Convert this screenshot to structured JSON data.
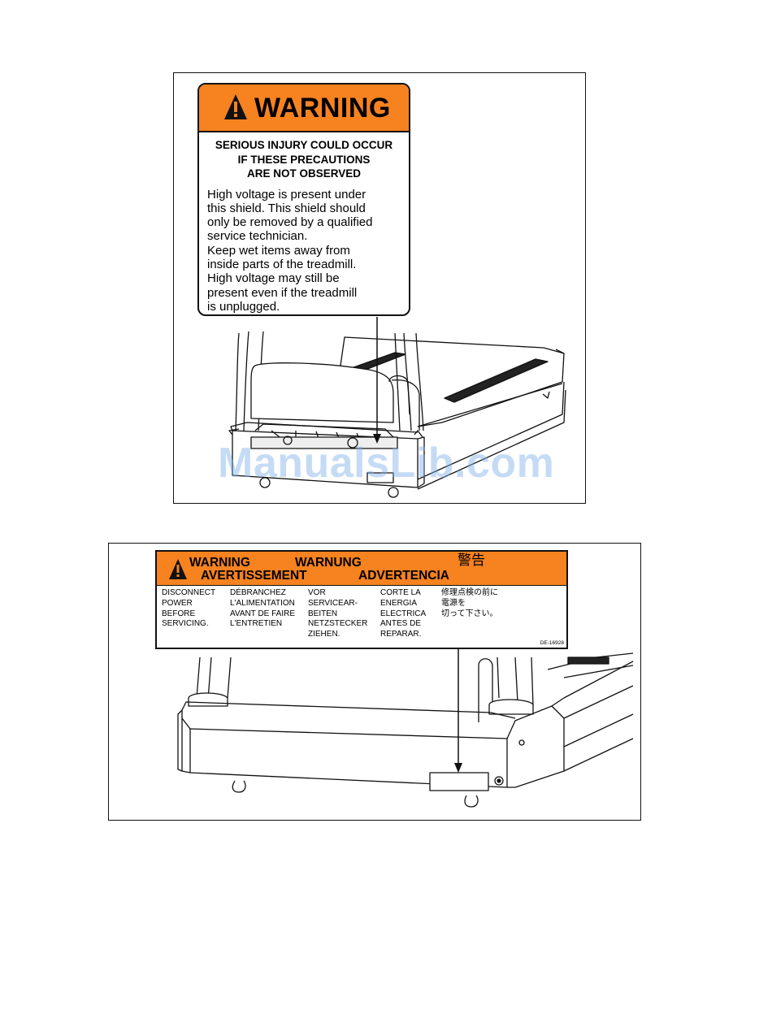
{
  "figure1": {
    "label": {
      "header": "WARNING",
      "subheading": [
        "SERIOUS INJURY COULD OCCUR",
        "IF THESE PRECAUTIONS",
        "ARE NOT OBSERVED"
      ],
      "body": [
        "High voltage is present under",
        "this shield. This shield should",
        "only be removed by a qualified",
        "service technician.",
        "Keep wet items away from",
        "inside parts of the treadmill.",
        "High voltage may still be",
        "present even if the treadmill",
        "is unplugged."
      ]
    }
  },
  "figure2": {
    "label": {
      "header_warning": "WARNING",
      "header_warnung": "WARNUNG",
      "header_japanese": "警告",
      "header_avertissement": "AVERTISSEMENT",
      "header_advertencia": "ADVERTENCIA",
      "columns": [
        [
          "DISCONNECT",
          "POWER",
          "BEFORE",
          "SERVICING."
        ],
        [
          "DÉBRANCHEZ",
          "L'ALIMENTATION",
          "AVANT DE FAIRE",
          "L'ENTRETIEN"
        ],
        [
          "VOR",
          "SERVICEAR-",
          "BEITEN",
          "NETZSTECKER",
          "ZIEHEN."
        ],
        [
          "CORTE LA",
          "ENERGIA",
          "ELECTRICA",
          "ANTES DE",
          "REPARAR."
        ],
        [
          "修理点検の前に",
          "電源を",
          "切って下さい。"
        ]
      ],
      "code": "DE-16928"
    }
  },
  "watermark": "ManualsLib.com",
  "colors": {
    "label_orange": "#f68220",
    "watermark_blue": "#7fb0ea"
  }
}
